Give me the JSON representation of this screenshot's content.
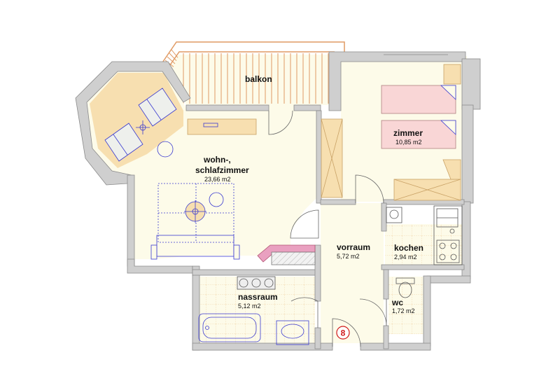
{
  "plan": {
    "unit_number": "8",
    "rooms": [
      {
        "id": "balkon",
        "name": "balkon",
        "area": ""
      },
      {
        "id": "wohn",
        "name_line1": "wohn-,",
        "name_line2": "schlafzimmer",
        "area": "23,66 m2"
      },
      {
        "id": "zimmer",
        "name": "zimmer",
        "area": "10,85 m2"
      },
      {
        "id": "vorraum",
        "name": "vorraum",
        "area": "5,72 m2"
      },
      {
        "id": "kochen",
        "name": "kochen",
        "area": "2,94 m2"
      },
      {
        "id": "nassraum",
        "name": "nassraum",
        "area": "5,12 m2"
      },
      {
        "id": "wc",
        "name": "wc",
        "area": "1,72 m2"
      }
    ],
    "colors": {
      "wall": "#cfcfcf",
      "wall_edge": "#8a8a8a",
      "floor": "#fdfbe9",
      "built_in": "#f7dfb0",
      "balcony_rail": "#e09a63",
      "bed": "#f9d6d6",
      "furniture_line": "#3a3ad0",
      "brick": "#e9a0c0",
      "unit_marker": "#d01818"
    }
  }
}
